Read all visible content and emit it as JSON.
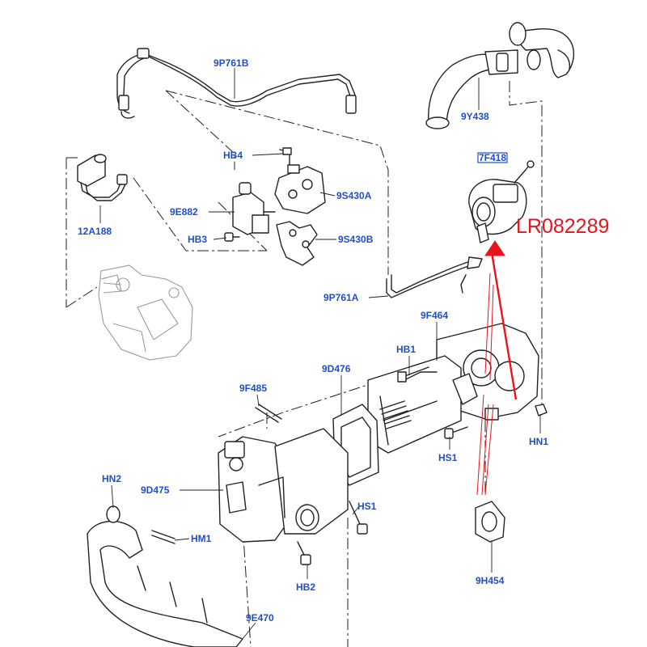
{
  "callouts": {
    "c_9P761B": "9P761B",
    "c_9Y438": "9Y438",
    "c_HB4": "HB4",
    "c_7F418": "7F418",
    "c_9E882": "9E882",
    "c_9S430A": "9S430A",
    "c_12A188": "12A188",
    "c_HB3": "HB3",
    "c_9S430B": "9S430B",
    "c_9P761A": "9P761A",
    "c_9F464": "9F464",
    "c_HB1": "HB1",
    "c_9D476": "9D476",
    "c_9F485": "9F485",
    "c_HN1": "HN1",
    "c_HS1a": "HS1",
    "c_HN2": "HN2",
    "c_9D475": "9D475",
    "c_HS1b": "HS1",
    "c_HM1": "HM1",
    "c_HB2": "HB2",
    "c_9H454": "9H454",
    "c_9E470": "9E470"
  },
  "annotation": {
    "part_number": "LR082289",
    "color": "#e8141b"
  },
  "colors": {
    "label_blue": "#1f4fd0",
    "line": "#222222",
    "highlight_box": "#1f4fd0"
  }
}
